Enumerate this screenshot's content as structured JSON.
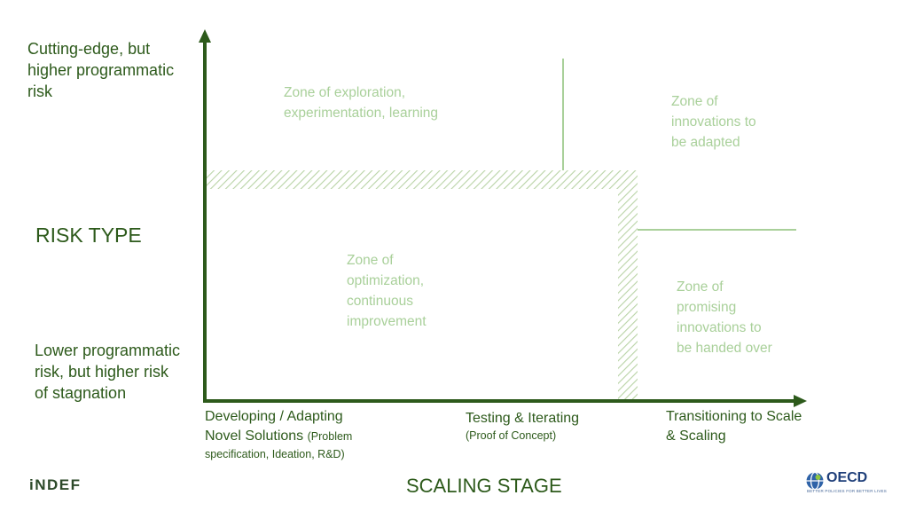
{
  "y_axis": {
    "top_label": [
      "Cutting-edge, but",
      "higher programmatic",
      "risk"
    ],
    "title": "RISK TYPE",
    "bottom_label": [
      "Lower programmatic",
      "risk, but higher risk",
      "of stagnation"
    ]
  },
  "x_axis": {
    "title": "SCALING STAGE",
    "stage1": {
      "lines": [
        "Developing / Adapting",
        "Novel Solutions"
      ],
      "note_inline": "(Problem",
      "note": "specification, Ideation, R&D)"
    },
    "stage2": {
      "title": "Testing & Iterating",
      "note": "(Proof of Concept)"
    },
    "stage3": {
      "lines": [
        "Transitioning to Scale",
        "& Scaling"
      ]
    }
  },
  "zones": {
    "exploration": [
      "Zone of exploration,",
      "experimentation, learning"
    ],
    "optimization": [
      "Zone of",
      "optimization,",
      "continuous",
      "improvement"
    ],
    "adapted": [
      "Zone of",
      "innovations to",
      "be adapted"
    ],
    "handed_over": [
      "Zone of",
      "promising",
      "innovations to",
      "be handed over"
    ]
  },
  "logos": {
    "left": "iNDEF",
    "right": "OECD",
    "right_tagline": "BETTER POLICIES FOR BETTER LIVES"
  },
  "colors": {
    "axis": "#2d5a1b",
    "zone_text": "#a9d09a",
    "divider": "#a9d09a",
    "hatch": "#c8ddb8"
  }
}
